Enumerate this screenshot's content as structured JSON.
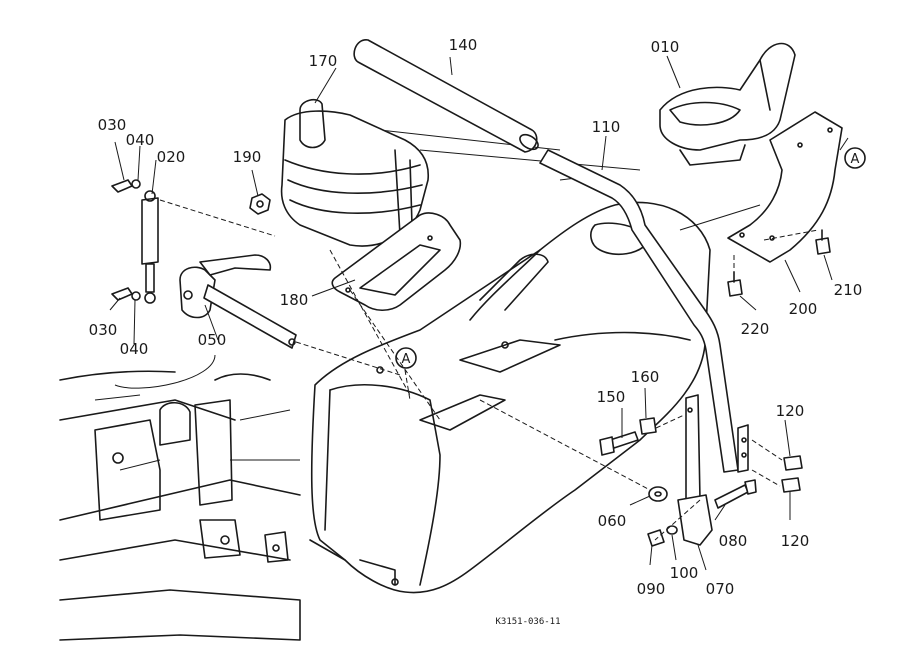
{
  "diagram": {
    "reference_code": "K3151-036-11",
    "view_marker": "A",
    "callouts": {
      "p010": "010",
      "p020": "020",
      "p030": "030",
      "p040": "040",
      "p050": "050",
      "p060": "060",
      "p070": "070",
      "p080": "080",
      "p090": "090",
      "p100": "100",
      "p110": "110",
      "p120": "120",
      "p140": "140",
      "p150": "150",
      "p160": "160",
      "p170": "170",
      "p180": "180",
      "p190": "190",
      "p200": "200",
      "p210": "210",
      "p220": "220"
    }
  }
}
